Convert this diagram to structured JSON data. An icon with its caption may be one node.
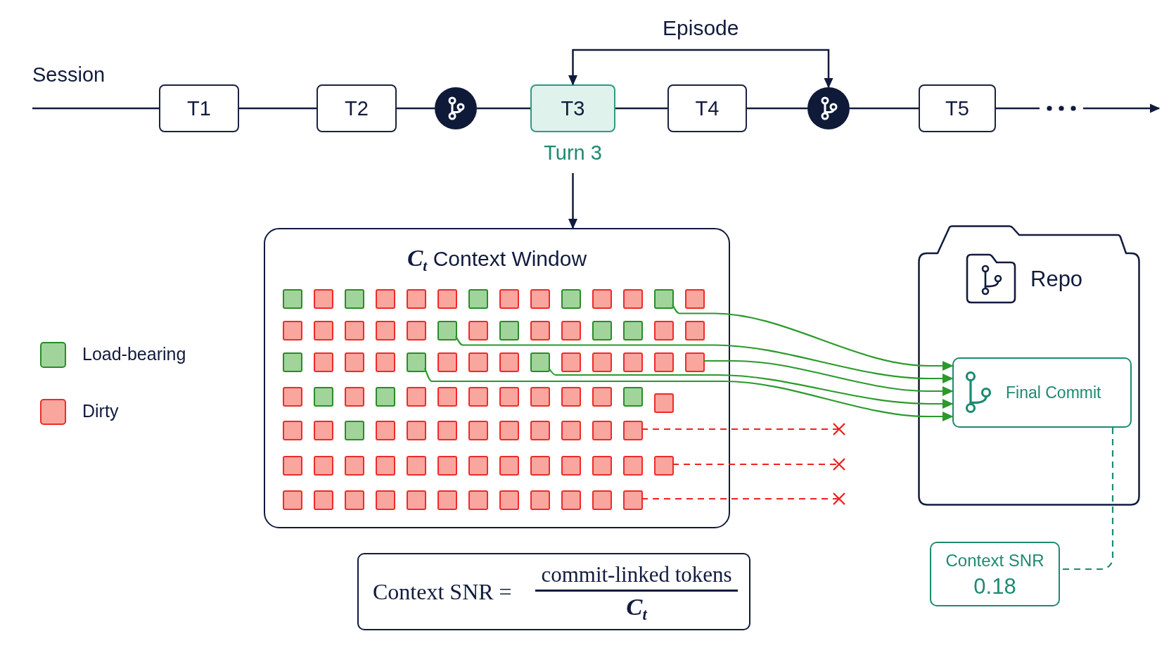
{
  "diagram": {
    "nodes": [
      {
        "text": [
          "T1"
        ]
      },
      {
        "text": [
          "T2"
        ]
      },
      {
        "text": [],
        "shape": "circle"
      },
      {
        "text": [
          "T3"
        ],
        "beside": [
          "Turn 3"
        ]
      },
      {
        "text": [
          "T4"
        ]
      },
      {
        "text": [],
        "shape": "circle"
      },
      {
        "text": [
          "T5"
        ]
      },
      {
        "text": [
          "*C*$_{t}$ Context Window"
        ]
      },
      {
        "text": [],
        "shape": "box",
        "in": 7
      },
      {
        "text": [],
        "shape": "box",
        "in": 7
      },
      {
        "text": [],
        "shape": "box",
        "in": 7
      },
      {
        "text": [],
        "shape": "box",
        "in": 7
      },
      {
        "text": [],
        "shape": "box",
        "in": 7
      },
      {
        "text": [],
        "shape": "box",
        "in": 7
      },
      {
        "text": [],
        "shape": "box",
        "in": 7
      },
      {
        "text": [],
        "shape": "box",
        "in": 7
      },
      {
        "text": [],
        "shape": "box",
        "in": 7
      },
      {
        "text": [],
        "shape": "box",
        "in": 7
      },
      {
        "text": [],
        "shape": "box",
        "in": 7
      },
      {
        "text": [],
        "shape": "box",
        "in": 7
      },
      {
        "text": [],
        "shape": "box",
        "in": 7
      },
      {
        "text": [],
        "shape": "box",
        "in": 7
      },
      {
        "text": [],
        "shape": "box",
        "in": 7
      },
      {
        "text": [],
        "shape": "box",
        "in": 7
      },
      {
        "text": [],
        "shape": "box",
        "in": 7
      },
      {
        "text": [],
        "shape": "box",
        "in": 7
      },
      {
        "text": [],
        "shape": "box",
        "in": 7
      },
      {
        "text": [],
        "shape": "box",
        "in": 7
      },
      {
        "text": [],
        "shape": "box",
        "in": 7
      },
      {
        "text": [],
        "shape": "box",
        "in": 7
      },
      {
        "text": [],
        "shape": "box",
        "in": 7
      },
      {
        "text": [],
        "shape": "box",
        "in": 7
      },
      {
        "text": [],
        "shape": "box",
        "in": 7
      },
      {
        "text": [],
        "shape": "box",
        "in": 7
      },
      {
        "text": [],
        "shape": "box",
        "in": 7
      },
      {
        "text": [],
        "shape": "box",
        "in": 7
      },
      {
        "text": [],
        "shape": "box",
        "in": 7
      },
      {
        "text": [],
        "shape": "box",
        "in": 7
      },
      {
        "text": [],
        "shape": "box",
        "in": 7
      },
      {
        "text": [],
        "shape": "box",
        "in": 7
      },
      {
        "text": [],
        "shape": "box",
        "in": 7
      },
      {
        "text": [],
        "shape": "box",
        "in": 7
      },
      {
        "text": [],
        "shape": "box",
        "in": 7
      },
      {
        "text": [],
        "shape": "box",
        "in": 7
      },
      {
        "text": [],
        "shape": "box",
        "in": 7
      },
      {
        "text": [],
        "shape": "box",
        "in": 7
      },
      {
        "text": [],
        "shape": "box",
        "in": 7
      },
      {
        "text": [],
        "shape": "box",
        "in": 7
      },
      {
        "text": [],
        "shape": "box",
        "in": 7
      },
      {
        "text": [],
        "shape": "box",
        "in": 7
      },
      {
        "text": [],
        "shape": "box",
        "in": 7
      },
      {
        "text": [],
        "shape": "box",
        "in": 7
      },
      {
        "text": [],
        "shape": "box",
        "in": 7
      },
      {
        "text": [],
        "shape": "box",
        "in": 7
      },
      {
        "text": [],
        "shape": "box",
        "in": 7
      },
      {
        "text": [],
        "shape": "box",
        "in": 7
      },
      {
        "text": [],
        "shape": "box",
        "in": 7
      },
      {
        "text": [],
        "shape": "box",
        "in": 7
      },
      {
        "text": [],
        "shape": "box",
        "in": 7
      },
      {
        "text": [],
        "shape": "box",
        "in": 7
      },
      {
        "text": [],
        "shape": "box",
        "in": 7
      },
      {
        "text": [],
        "shape": "box",
        "in": 7
      },
      {
        "text": [],
        "shape": "box",
        "in": 7
      },
      {
        "text": [],
        "shape": "box",
        "in": 7
      },
      {
        "text": [],
        "shape": "box",
        "in": 7
      },
      {
        "text": [],
        "shape": "box",
        "in": 7
      },
      {
        "text": [],
        "shape": "box",
        "in": 7
      },
      {
        "text": [],
        "shape": "box",
        "in": 7
      },
      {
        "text": [],
        "shape": "box",
        "in": 7
      },
      {
        "text": [],
        "shape": "box",
        "in": 7
      },
      {
        "text": [],
        "shape": "box",
        "in": 7
      },
      {
        "text": [],
        "shape": "box",
        "in": 7
      },
      {
        "text": [],
        "shape": "box",
        "in": 7
      },
      {
        "text": [],
        "shape": "box",
        "in": 7
      },
      {
        "text": [],
        "shape": "box",
        "in": 7
      },
      {
        "text": [],
        "shape": "box",
        "in": 7
      },
      {
        "text": [],
        "shape": "box",
        "in": 7
      },
      {
        "text": [],
        "shape": "box",
        "in": 7
      },
      {
        "text": [],
        "shape": "box",
        "in": 7
      },
      {
        "text": [],
        "shape": "box",
        "in": 7
      },
      {
        "text": [],
        "shape": "box",
        "in": 7
      },
      {
        "text": [],
        "shape": "box",
        "in": 7
      },
      {
        "text": [],
        "shape": "box",
        "in": 7
      },
      {
        "text": [],
        "shape": "box",
        "in": 7
      },
      {
        "text": [],
        "shape": "box",
        "in": 7
      },
      {
        "text": [],
        "shape": "box",
        "in": 7
      },
      {
        "text": [],
        "shape": "box",
        "in": 7
      },
      {
        "text": [],
        "shape": "box",
        "in": 7
      },
      {
        "text": [],
        "shape": "box",
        "in": 7
      },
      {
        "text": [],
        "shape": "box",
        "in": 7
      },
      {
        "text": [],
        "shape": "box",
        "in": 7
      },
      {
        "text": [],
        "shape": "box",
        "in": 7
      },
      {
        "text": [],
        "shape": "box",
        "in": 7
      },
      {
        "text": [],
        "shape": "box",
        "in": 7
      },
      {
        "text": [],
        "shape": "box",
        "in": 7
      },
      {
        "text": [],
        "shape": "box",
        "in": 7
      },
      {
        "text": [],
        "shape": "box",
        "in": 7
      },
      {
        "text": [],
        "shape": "box",
        "in": 7
      },
      {
        "text": [],
        "shape": "box",
        "in": 7
      },
      {
        "text": [],
        "shape": "box",
        "in": 7
      },
      {
        "text": [
          "Repo"
        ]
      },
      {
        "text": [
          "Final Commit"
        ],
        "in": 100
      },
      {
        "text": [
          "Context SNR",
          "0.18"
        ]
      },
      {
        "text": [
          "Context SNR =",
          "commit-linked tokens",
          "*C*$_{t}$"
        ]
      }
    ],
    "edges": [
      {
        "from": null,
        "to": 0,
        "arrow": "none"
      },
      {
        "from": 0,
        "to": 1,
        "arrow": "none"
      },
      {
        "from": 1,
        "to": 2,
        "arrow": "none"
      },
      {
        "from": 2,
        "to": 3,
        "arrow": "none"
      },
      {
        "from": 3,
        "to": 4,
        "arrow": "none"
      },
      {
        "from": 4,
        "to": 5,
        "arrow": "none"
      },
      {
        "from": 5,
        "to": 6,
        "arrow": "none"
      },
      {
        "from": 6,
        "to": null,
        "arrow": "to"
      },
      {
        "from": 3,
        "to": 5,
        "arrow": "both",
        "label": "Episode"
      },
      {
        "from": 3,
        "to": 7,
        "arrow": "to"
      },
      {
        "from": 20,
        "to": 101,
        "arrow": "to",
        "color": "#2a9a2a"
      },
      {
        "from": 27,
        "to": 101,
        "arrow": "to",
        "color": "#2a9a2a"
      },
      {
        "from": 49,
        "to": 101,
        "arrow": "to",
        "color": "#2a9a2a"
      },
      {
        "from": 44,
        "to": 101,
        "arrow": "to",
        "color": "#2a9a2a"
      },
      {
        "from": 40,
        "to": 101,
        "arrow": "to",
        "color": "#2a9a2a"
      },
      {
        "from": 74,
        "to": null,
        "arrow": "other",
        "style": "dashed",
        "color": "#ee2222"
      },
      {
        "from": 87,
        "to": null,
        "arrow": "other",
        "style": "dashed",
        "color": "#ee2222"
      },
      {
        "from": 99,
        "to": null,
        "arrow": "other",
        "style": "dashed",
        "color": "#ee2222"
      },
      {
        "from": 101,
        "to": 102,
        "arrow": "none",
        "style": "dashed",
        "color": "#1d8a72"
      }
    ],
    "labels": [
      "Session"
    ],
    "legend": [
      {
        "text": "Load-bearing",
        "color": "#a0d49a"
      },
      {
        "text": "Dirty",
        "color": "#f9a69e"
      }
    ]
  }
}
